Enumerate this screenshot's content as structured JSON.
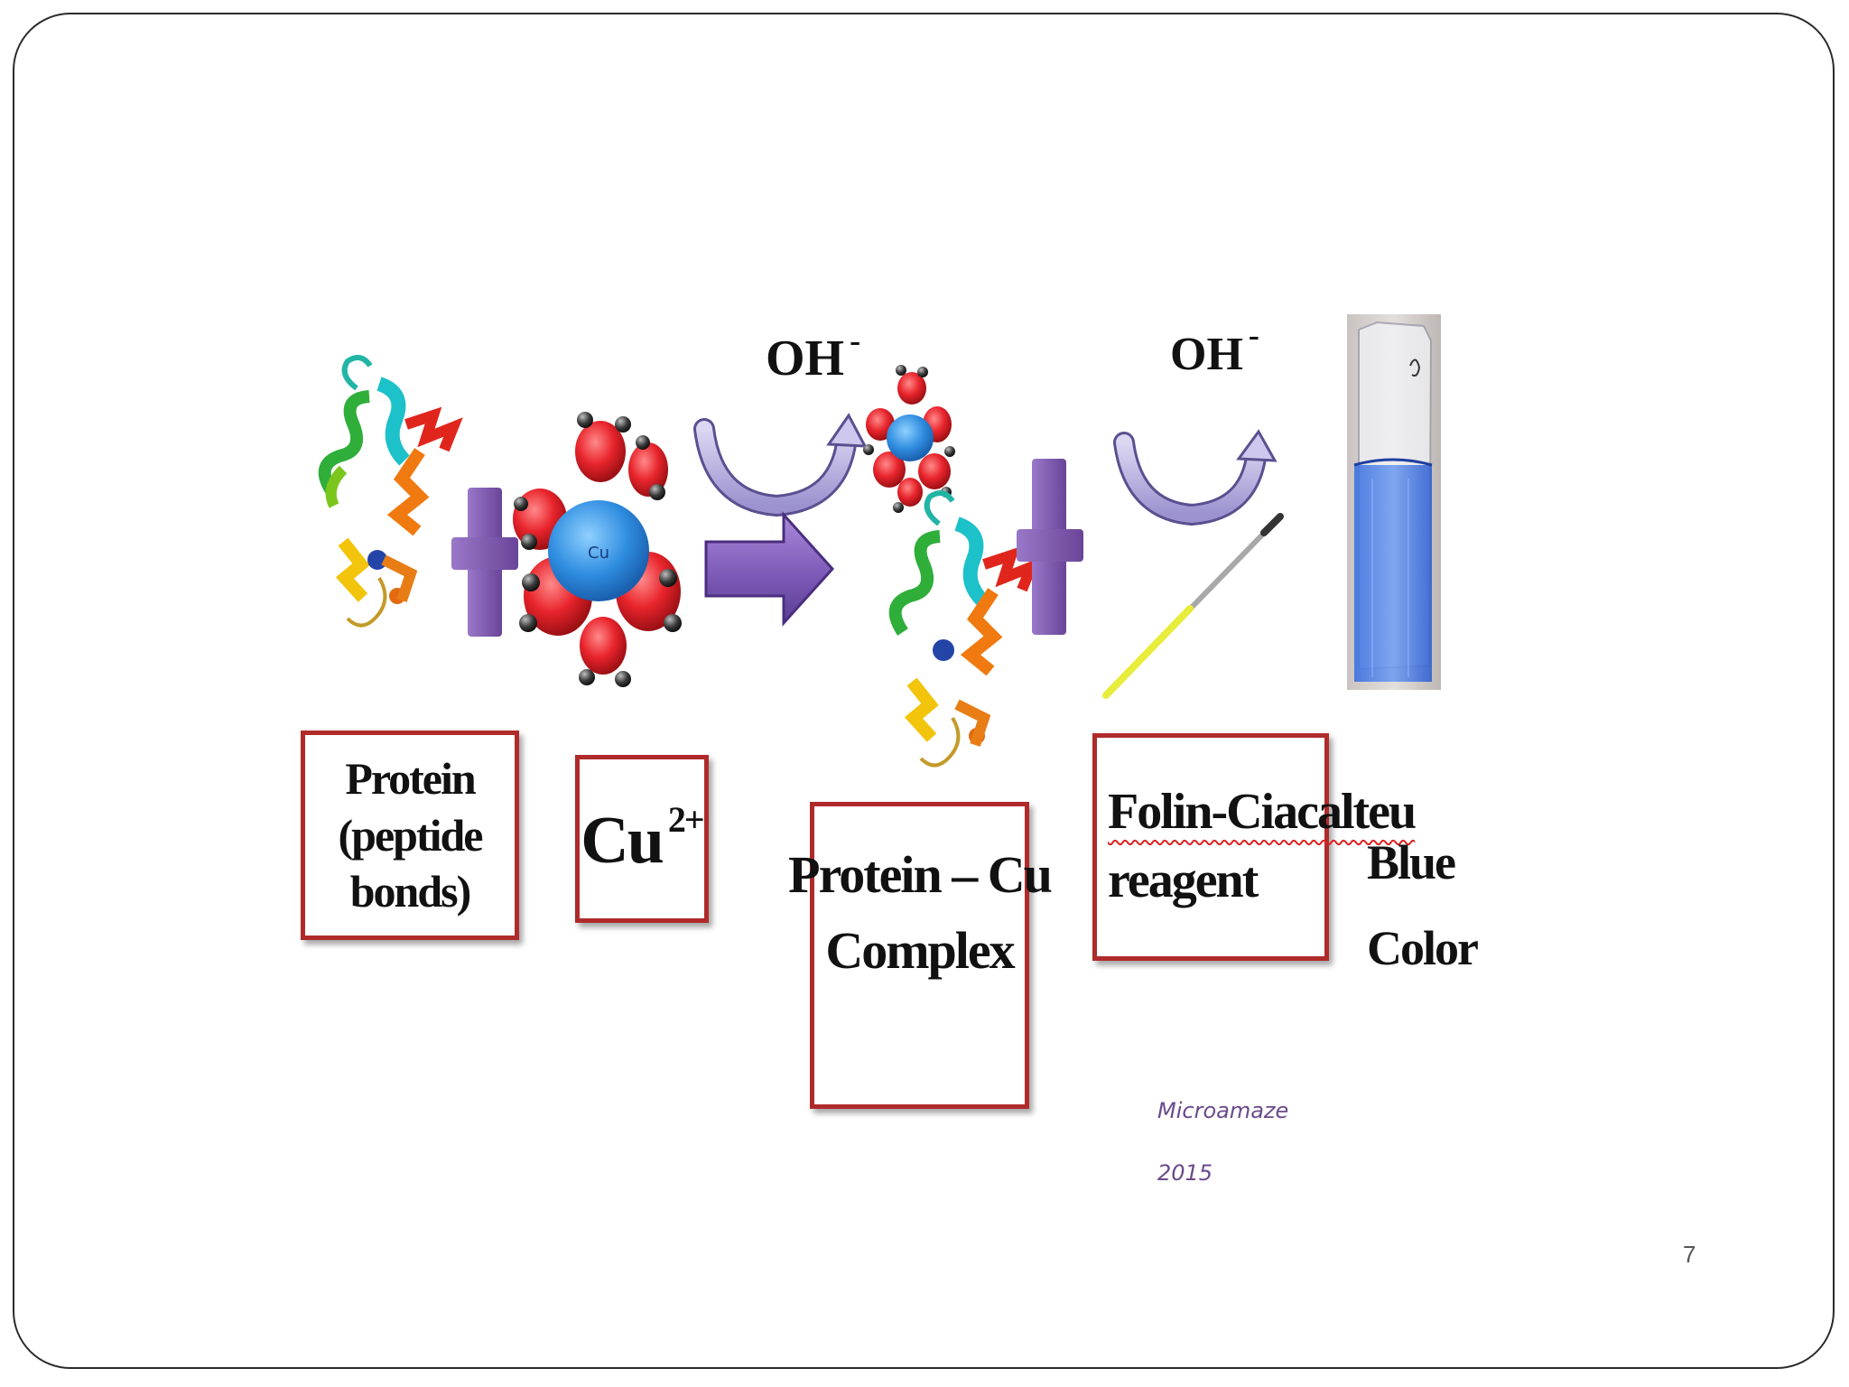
{
  "slide": {
    "page_number": "7"
  },
  "reaction": {
    "step1_reagent": "OH",
    "step1_charge": "-",
    "step2_reagent": "OH",
    "step2_charge": "-"
  },
  "labels": {
    "protein_line1": "Protein",
    "protein_line2": "(peptide bonds)",
    "copper_ion": "Cu",
    "copper_charge": "2+",
    "complex_line1": "Protein – Cu",
    "complex_line2": "Complex",
    "folin_line1": "Folin-Ciacalteu",
    "folin_line2": "reagent",
    "result_line1": "Blue",
    "result_line2": "Color",
    "cu_center": "Cu"
  },
  "credit": {
    "line1": "Microamaze",
    "line2": "2015"
  },
  "colors": {
    "box_border": "#b02a2a",
    "plus_sign": "#7a4fa8",
    "arrow": "#7d5bb8",
    "copper_core": "#2f8de0",
    "water_oxygen": "#e8242c",
    "solution_blue": "#3a6fe0"
  }
}
